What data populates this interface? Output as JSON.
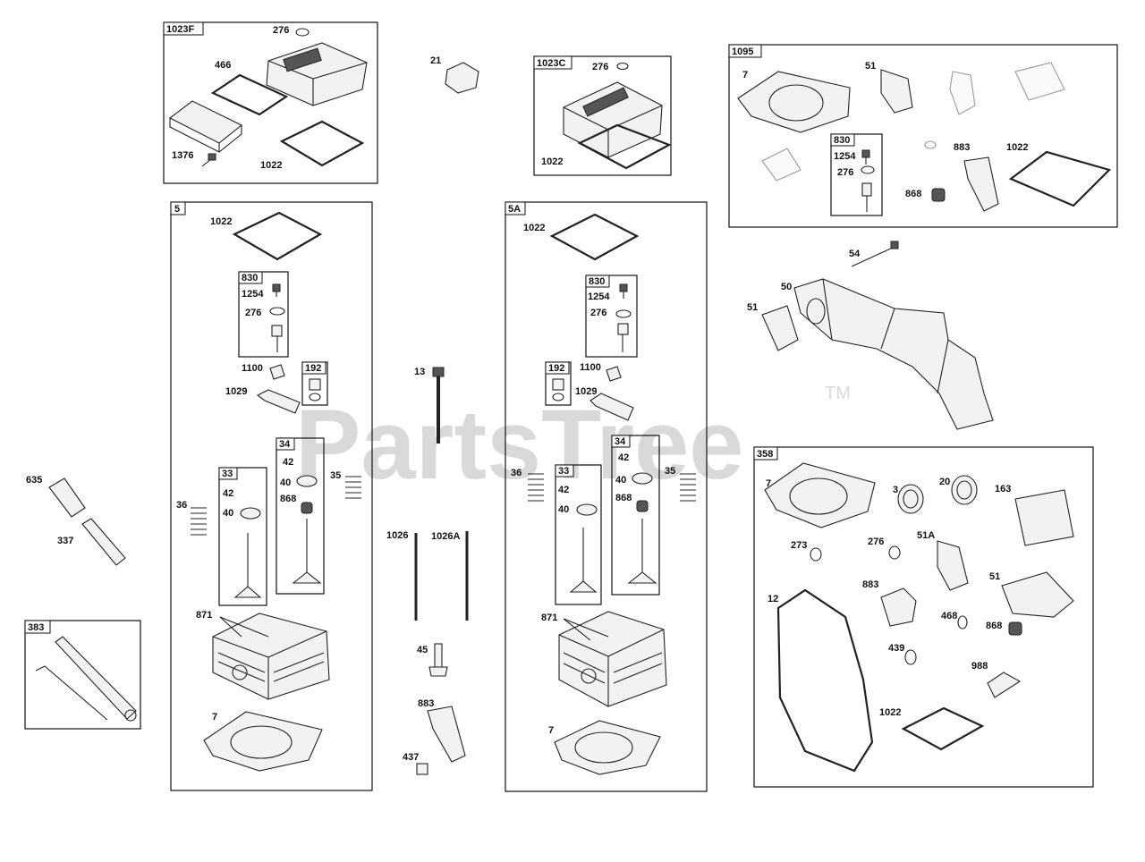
{
  "watermark": {
    "text": "PartsTree",
    "tm": "TM"
  },
  "groups": {
    "g1023F": "1023F",
    "g1023C": "1023C",
    "g1095": "1095",
    "g830_1095": "830",
    "g5": "5",
    "g830_5": "830",
    "g192_5": "192",
    "g34_5": "34",
    "g33_5": "33",
    "g5A": "5A",
    "g830_5A": "830",
    "g192_5A": "192",
    "g34_5A": "34",
    "g33_5A": "33",
    "g383": "383",
    "g358": "358"
  },
  "labels": {
    "p276a": "276",
    "p466": "466",
    "p1376": "1376",
    "p1022a": "1022",
    "p21": "21",
    "p276b": "276",
    "p1022b": "1022",
    "p7a": "7",
    "p51a": "51",
    "p1254a": "1254",
    "p276c": "276",
    "p883a": "883",
    "p1022c": "1022",
    "p868a": "868",
    "p54": "54",
    "p50": "50",
    "p51b": "51",
    "p1022d": "1022",
    "p1254b": "1254",
    "p276d": "276",
    "p1100a": "1100",
    "p1029a": "1029",
    "p42a": "42",
    "p40a": "40",
    "p868b": "868",
    "p35a": "35",
    "p42b": "42",
    "p40b": "40",
    "p36a": "36",
    "p871a": "871",
    "p7b": "7",
    "p13": "13",
    "p1026": "1026",
    "p1026A": "1026A",
    "p45": "45",
    "p883b": "883",
    "p437": "437",
    "p1022e": "1022",
    "p1254c": "1254",
    "p276e": "276",
    "p1100b": "1100",
    "p1029b": "1029",
    "p36b": "36",
    "p42c": "42",
    "p40c": "40",
    "p868c": "868",
    "p35b": "35",
    "p42d": "42",
    "p40d": "40",
    "p871b": "871",
    "p7c": "7",
    "p635": "635",
    "p337": "337",
    "p7d": "7",
    "p3": "3",
    "p20": "20",
    "p163": "163",
    "p273": "273",
    "p276f": "276",
    "p51A": "51A",
    "p12": "12",
    "p883c": "883",
    "p51c": "51",
    "p468": "468",
    "p868d": "868",
    "p439": "439",
    "p988": "988",
    "p1022f": "1022"
  },
  "icons": [
    "valve-cover-icon",
    "gasket-icon",
    "breather-icon",
    "bolt-icon",
    "spring-icon",
    "valve-icon",
    "cylinder-head-icon",
    "rocker-arm-icon",
    "pushrod-icon",
    "spark-plug-icon",
    "wrench-icon",
    "exhaust-manifold-icon",
    "seal-icon",
    "washer-icon"
  ]
}
